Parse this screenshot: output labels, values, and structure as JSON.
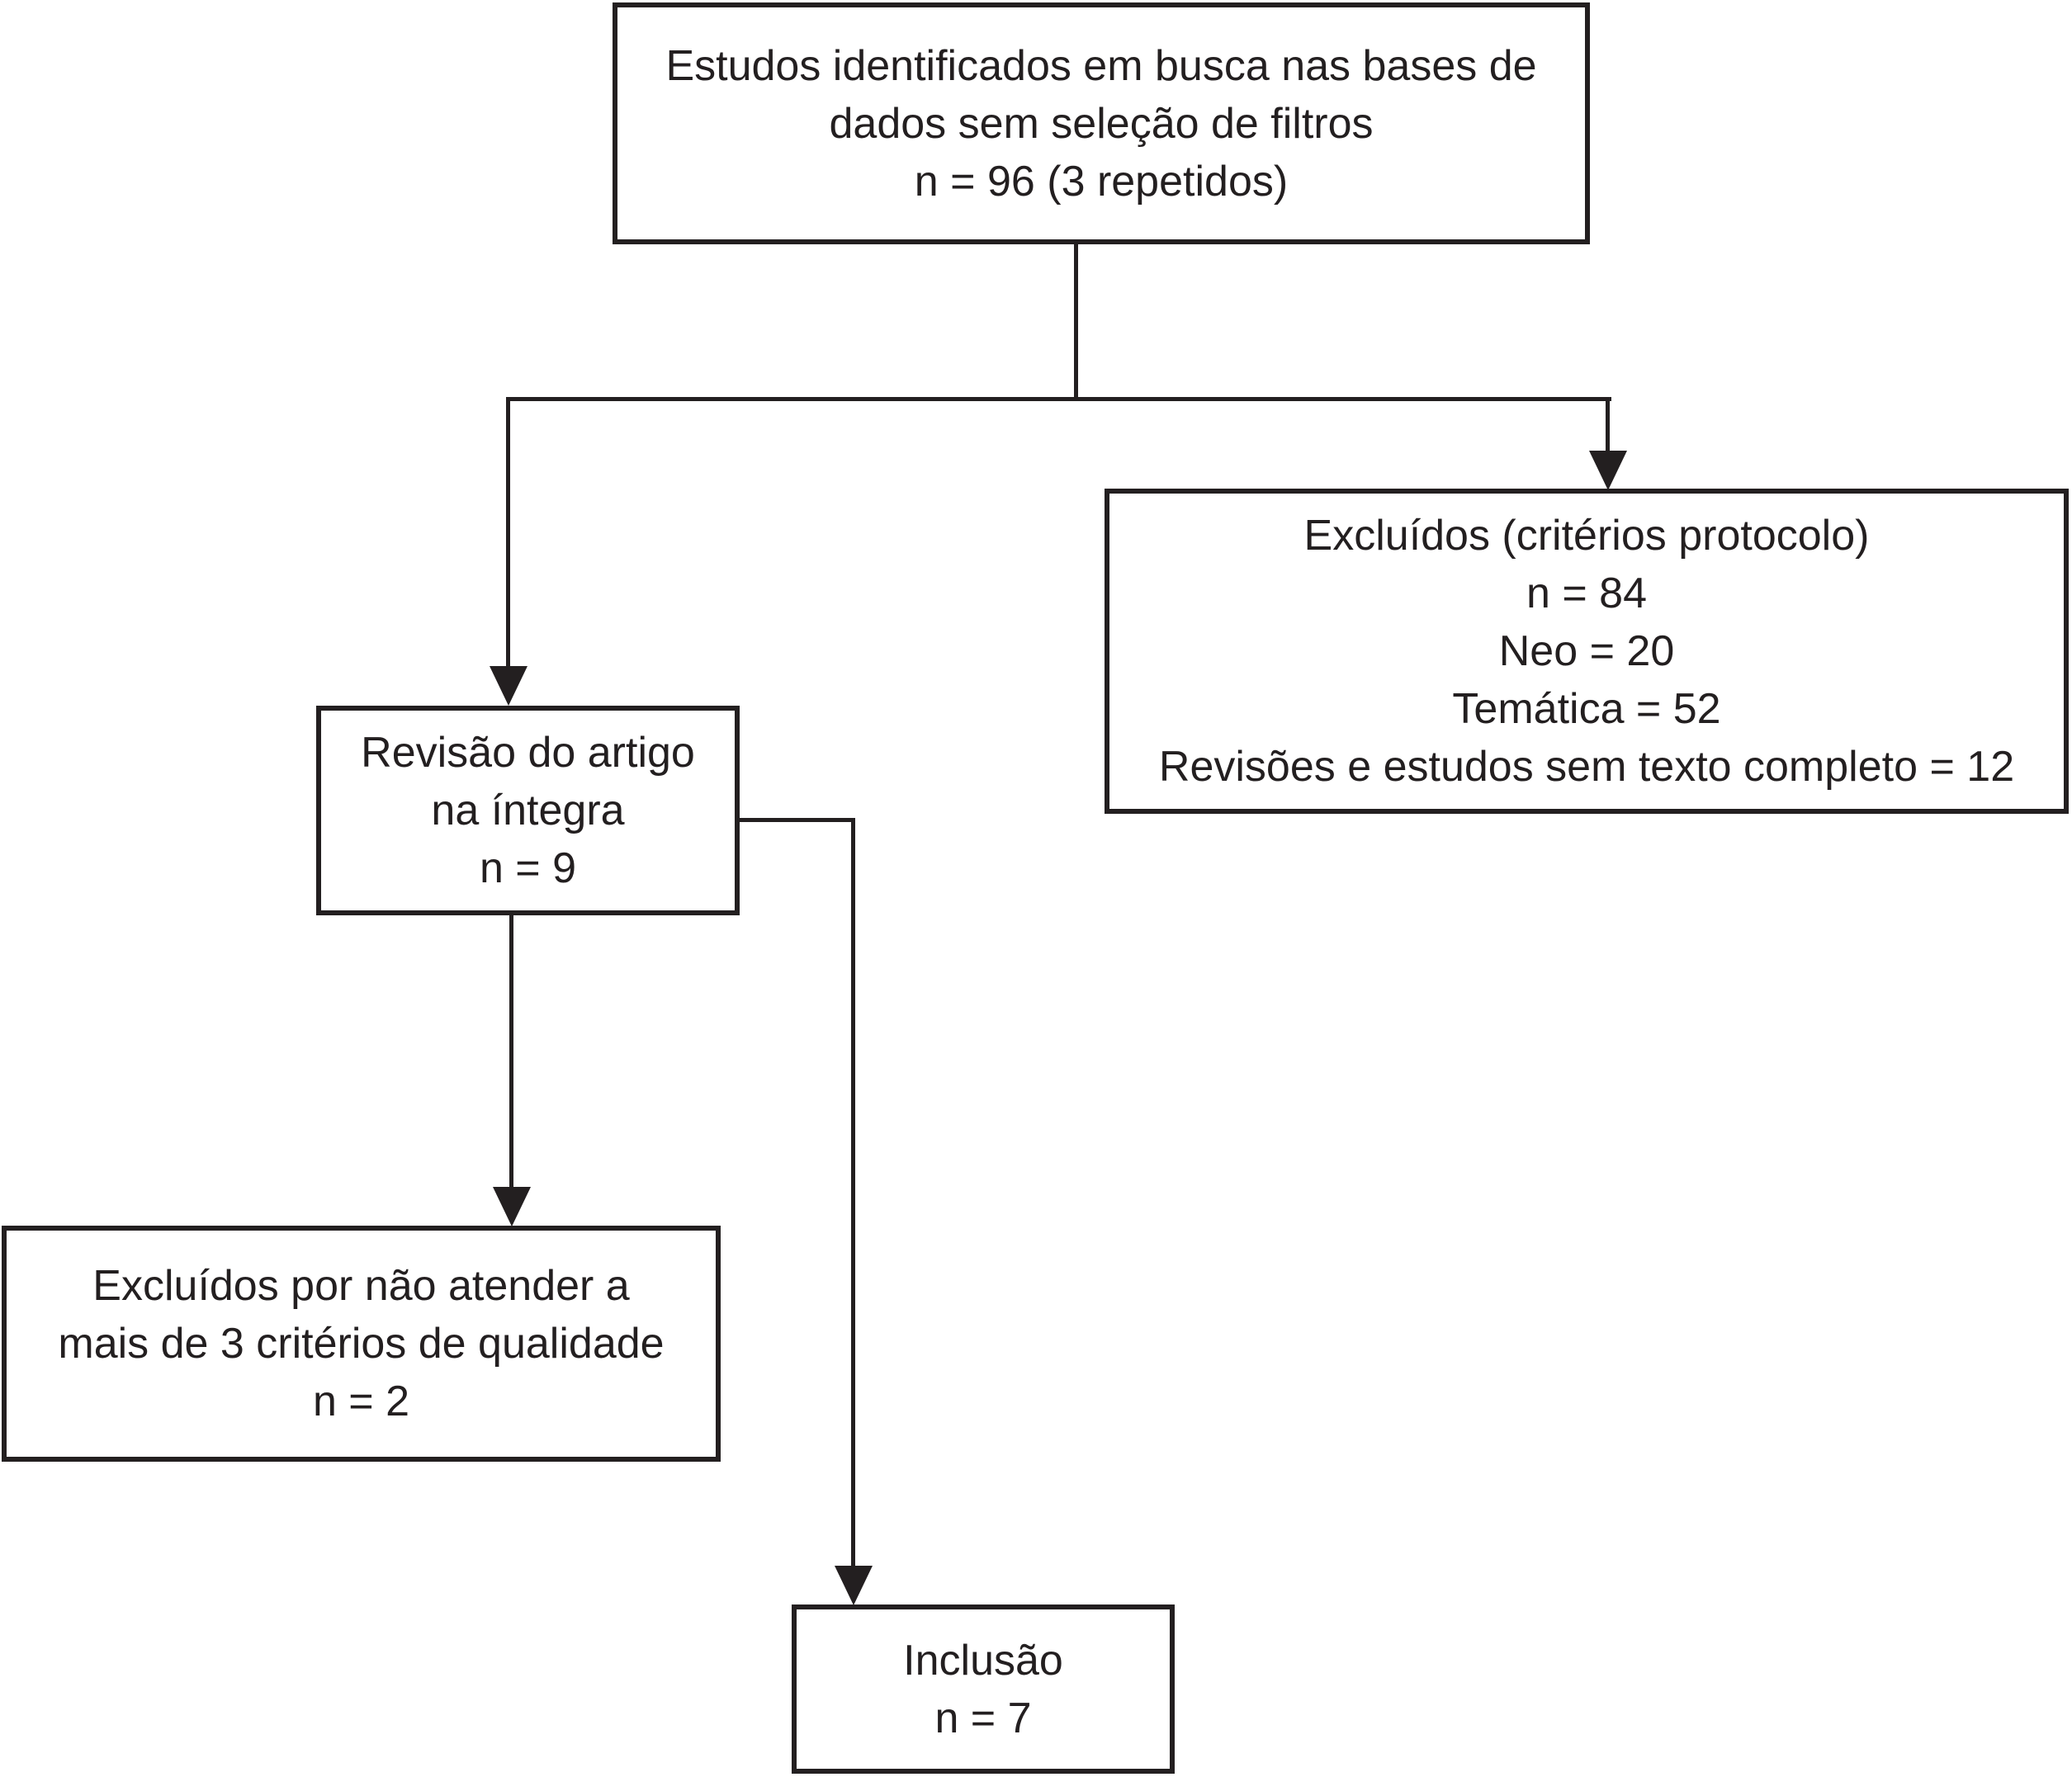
{
  "figure": {
    "type": "flowchart",
    "language": "pt",
    "ink_color": "#231f20",
    "background_color": "#ffffff"
  },
  "nodes": {
    "identified": {
      "lines": [
        "Estudos identificados em busca nas bases de",
        "dados sem seleção de filtros",
        "n = 96 (3 repetidos)"
      ]
    },
    "excluded_protocol": {
      "lines": [
        "Excluídos (critérios protocolo)",
        "n = 84",
        "Neo = 20",
        "Temática = 52",
        "Revisões e estudos sem texto completo = 12"
      ]
    },
    "full_review": {
      "lines": [
        "Revisão do artigo",
        "na íntegra",
        "n = 9"
      ]
    },
    "excluded_quality": {
      "lines": [
        "Excluídos por não atender a",
        "mais de 3 critérios de qualidade",
        "n = 2"
      ]
    },
    "included": {
      "lines": [
        "Inclusão",
        "n = 7"
      ]
    }
  },
  "edges": [
    {
      "from": "identified",
      "to": "full_review",
      "arrow": true
    },
    {
      "from": "identified",
      "to": "excluded_protocol",
      "arrow": true
    },
    {
      "from": "full_review",
      "to": "excluded_quality",
      "arrow": true
    },
    {
      "from": "full_review",
      "to": "included",
      "arrow": true
    }
  ]
}
